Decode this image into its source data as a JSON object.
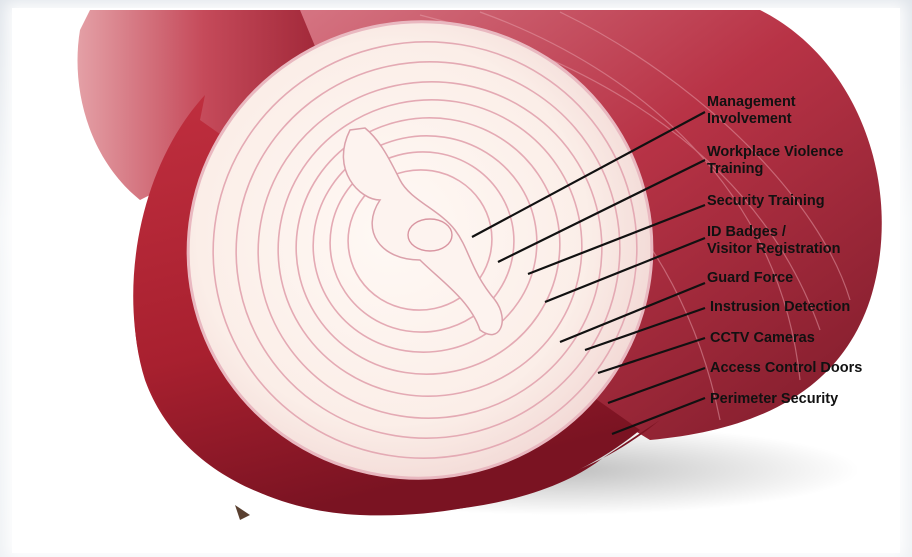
{
  "layers": [
    {
      "id": "management",
      "lines": [
        "Management",
        "Involvement"
      ]
    },
    {
      "id": "workplace-violence",
      "lines": [
        "Workplace Violence",
        "Training"
      ]
    },
    {
      "id": "security-training",
      "lines": [
        "Security Training"
      ]
    },
    {
      "id": "id-badges",
      "lines": [
        "ID Badges /",
        "Visitor Registration"
      ]
    },
    {
      "id": "guard-force",
      "lines": [
        "Guard Force"
      ]
    },
    {
      "id": "intrusion-detection",
      "lines": [
        "Instrusion Detection"
      ]
    },
    {
      "id": "cctv",
      "lines": [
        "CCTV Cameras"
      ]
    },
    {
      "id": "access-control",
      "lines": [
        "Access Control Doors"
      ]
    },
    {
      "id": "perimeter",
      "lines": [
        "Perimeter Security"
      ]
    }
  ],
  "colors": {
    "onion_skin": "#b52a3a",
    "onion_flesh": "#fbf1ec",
    "ring_line": "#e7b4bd",
    "leader": "#111111"
  }
}
